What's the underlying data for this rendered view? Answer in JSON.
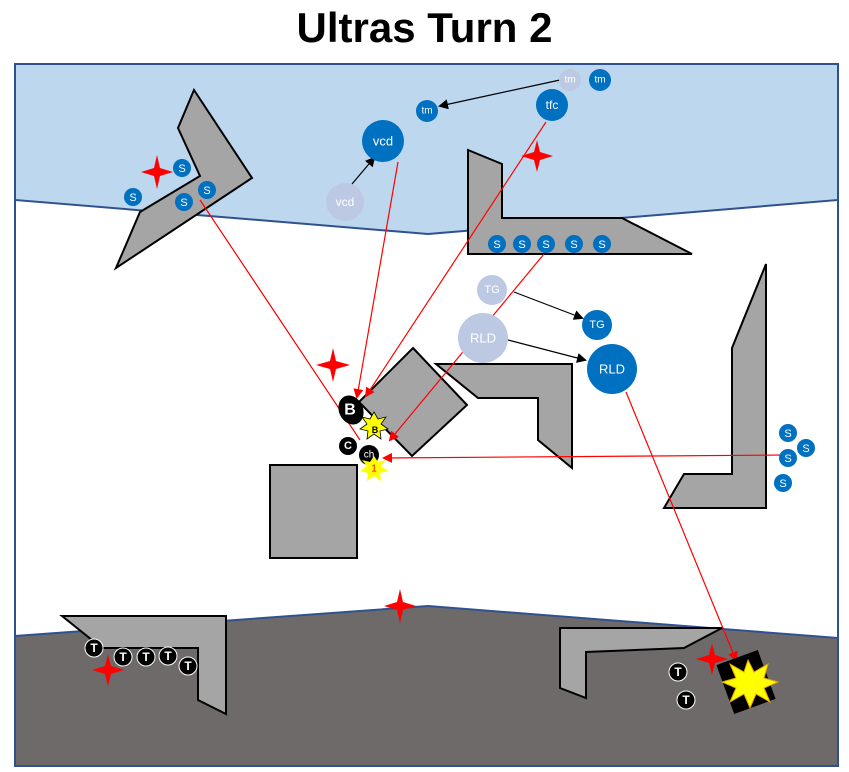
{
  "title": "Ultras Turn 2",
  "colors": {
    "sky": "#bdd7ee",
    "ground": "#6e6a6a",
    "border": "#2f528f",
    "building": "#a5a5a5",
    "unit_blue": "#0070c0",
    "unit_ghost": "#bdc9e3",
    "unit_black": "#000000",
    "fire_line": "#ff0000",
    "star": "#ff0000",
    "explosion": "#ffff00"
  },
  "units": {
    "blue_s": "S",
    "tm": "tm",
    "tfc": "tfc",
    "vcd": "vcd",
    "tg": "TG",
    "rld": "RLD",
    "b": "B",
    "c": "C",
    "ch": "ch",
    "t": "T",
    "hit_marker": "1"
  }
}
